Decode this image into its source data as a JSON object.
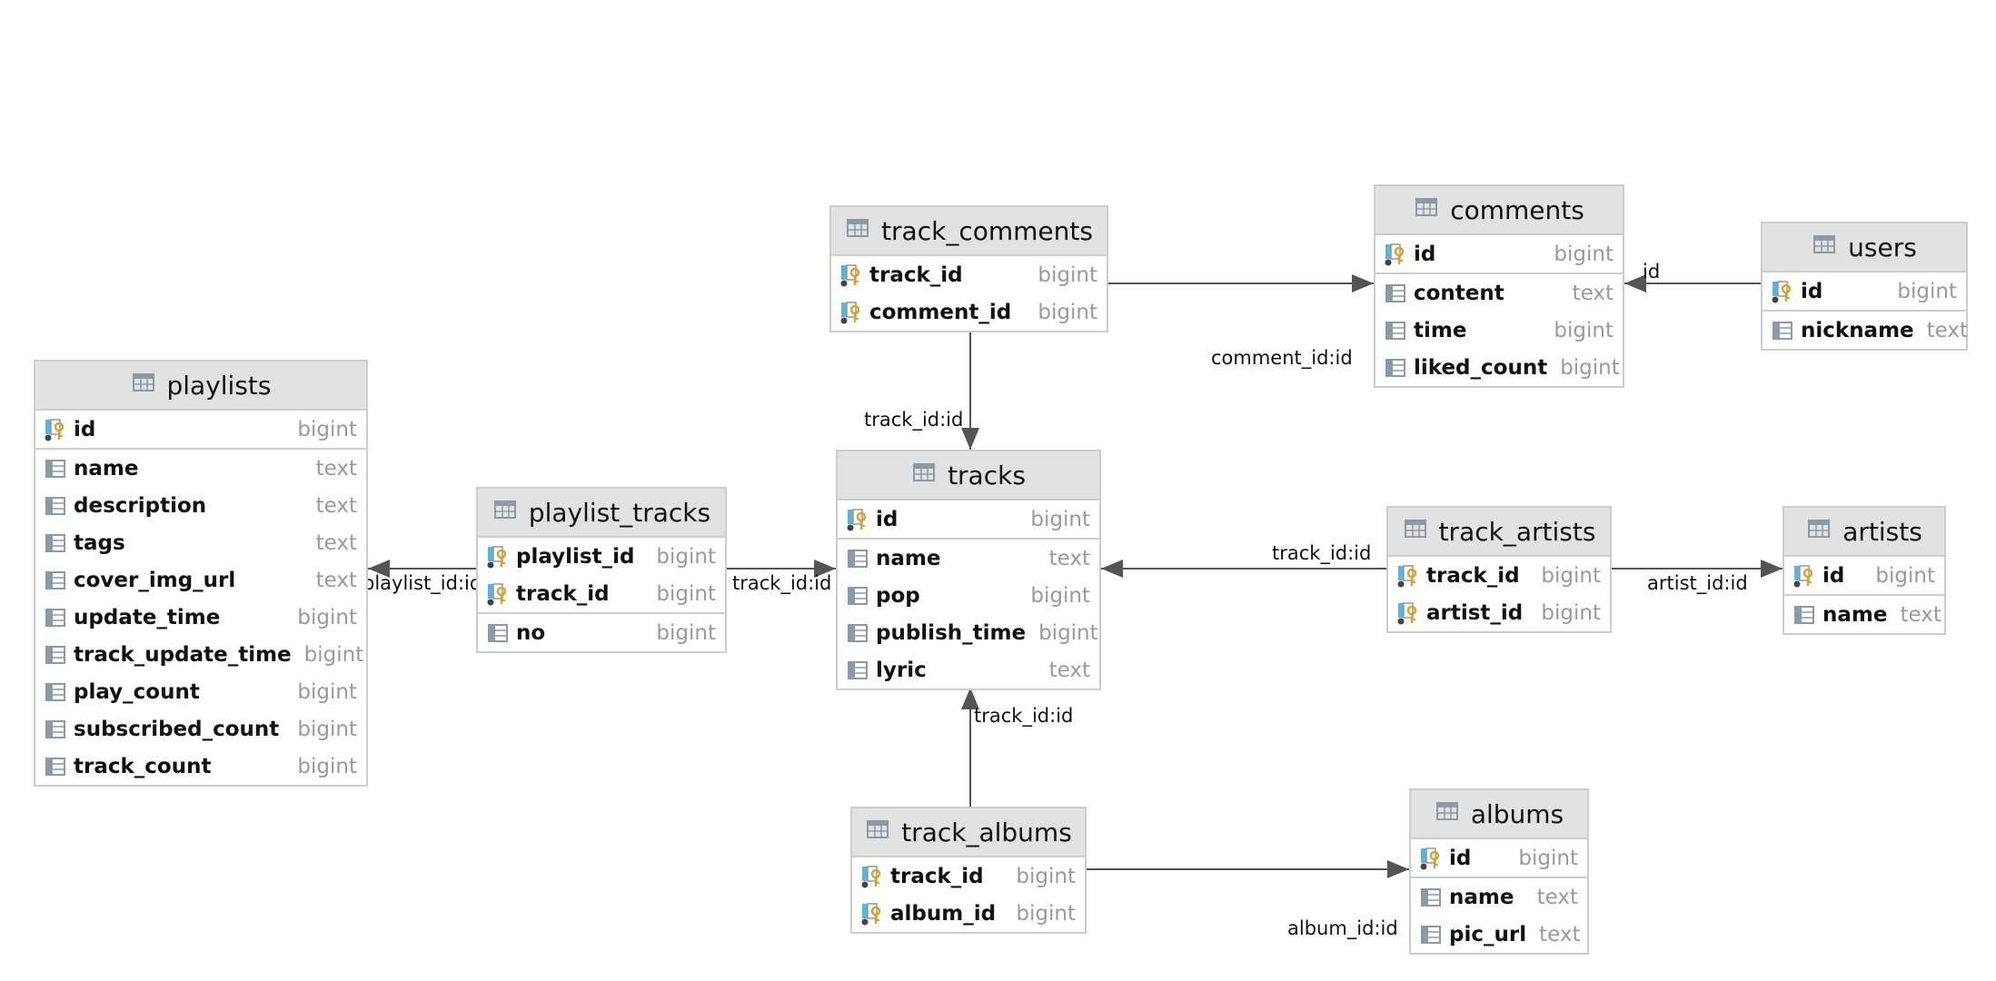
{
  "tables": {
    "playlists": {
      "name": "playlists",
      "columns": [
        {
          "name": "id",
          "type": "bigint",
          "icon": "primary-key-icon"
        },
        {
          "name": "name",
          "type": "text",
          "icon": "column-icon"
        },
        {
          "name": "description",
          "type": "text",
          "icon": "column-icon"
        },
        {
          "name": "tags",
          "type": "text",
          "icon": "column-icon"
        },
        {
          "name": "cover_img_url",
          "type": "text",
          "icon": "column-icon"
        },
        {
          "name": "update_time",
          "type": "bigint",
          "icon": "column-icon"
        },
        {
          "name": "track_update_time",
          "type": "bigint",
          "icon": "column-icon"
        },
        {
          "name": "play_count",
          "type": "bigint",
          "icon": "column-icon"
        },
        {
          "name": "subscribed_count",
          "type": "bigint",
          "icon": "column-icon"
        },
        {
          "name": "track_count",
          "type": "bigint",
          "icon": "column-icon"
        }
      ]
    },
    "playlist_tracks": {
      "name": "playlist_tracks",
      "columns": [
        {
          "name": "playlist_id",
          "type": "bigint",
          "icon": "key-column-icon"
        },
        {
          "name": "track_id",
          "type": "bigint",
          "icon": "key-column-icon"
        },
        {
          "name": "no",
          "type": "bigint",
          "icon": "column-icon"
        }
      ]
    },
    "track_comments": {
      "name": "track_comments",
      "columns": [
        {
          "name": "track_id",
          "type": "bigint",
          "icon": "key-column-icon"
        },
        {
          "name": "comment_id",
          "type": "bigint",
          "icon": "key-column-icon"
        }
      ]
    },
    "tracks": {
      "name": "tracks",
      "columns": [
        {
          "name": "id",
          "type": "bigint",
          "icon": "primary-key-icon"
        },
        {
          "name": "name",
          "type": "text",
          "icon": "column-icon"
        },
        {
          "name": "pop",
          "type": "bigint",
          "icon": "column-icon"
        },
        {
          "name": "publish_time",
          "type": "bigint",
          "icon": "column-icon"
        },
        {
          "name": "lyric",
          "type": "text",
          "icon": "column-icon"
        }
      ]
    },
    "comments": {
      "name": "comments",
      "columns": [
        {
          "name": "id",
          "type": "bigint",
          "icon": "primary-key-icon"
        },
        {
          "name": "content",
          "type": "text",
          "icon": "column-icon"
        },
        {
          "name": "time",
          "type": "bigint",
          "icon": "column-icon"
        },
        {
          "name": "liked_count",
          "type": "bigint",
          "icon": "column-icon"
        }
      ]
    },
    "users": {
      "name": "users",
      "columns": [
        {
          "name": "id",
          "type": "bigint",
          "icon": "primary-key-icon"
        },
        {
          "name": "nickname",
          "type": "text",
          "icon": "column-icon"
        }
      ]
    },
    "track_artists": {
      "name": "track_artists",
      "columns": [
        {
          "name": "track_id",
          "type": "bigint",
          "icon": "key-column-icon"
        },
        {
          "name": "artist_id",
          "type": "bigint",
          "icon": "key-column-icon"
        }
      ]
    },
    "artists": {
      "name": "artists",
      "columns": [
        {
          "name": "id",
          "type": "bigint",
          "icon": "primary-key-icon"
        },
        {
          "name": "name",
          "type": "text",
          "icon": "column-icon"
        }
      ]
    },
    "track_albums": {
      "name": "track_albums",
      "columns": [
        {
          "name": "track_id",
          "type": "bigint",
          "icon": "key-column-icon"
        },
        {
          "name": "album_id",
          "type": "bigint",
          "icon": "key-column-icon"
        }
      ]
    },
    "albums": {
      "name": "albums",
      "columns": [
        {
          "name": "id",
          "type": "bigint",
          "icon": "primary-key-icon"
        },
        {
          "name": "name",
          "type": "text",
          "icon": "column-icon"
        },
        {
          "name": "pic_url",
          "type": "text",
          "icon": "column-icon"
        }
      ]
    }
  },
  "relations": [
    {
      "from": "playlist_tracks",
      "to": "playlists",
      "label": "playlist_id:id"
    },
    {
      "from": "playlist_tracks",
      "to": "tracks",
      "label": "track_id:id"
    },
    {
      "from": "track_comments",
      "to": "tracks",
      "label": "track_id:id"
    },
    {
      "from": "track_comments",
      "to": "comments",
      "label": "comment_id:id"
    },
    {
      "from": "users",
      "to": "comments",
      "label": "id"
    },
    {
      "from": "track_artists",
      "to": "tracks",
      "label": "track_id:id"
    },
    {
      "from": "track_artists",
      "to": "artists",
      "label": "artist_id:id"
    },
    {
      "from": "track_albums",
      "to": "tracks",
      "label": "track_id:id"
    },
    {
      "from": "track_albums",
      "to": "albums",
      "label": "album_id:id"
    }
  ],
  "colors": {
    "header_bg": "#e2e2e2",
    "border": "#cdcdcd",
    "type_text": "#9a9a9a",
    "edge": "#555555",
    "key_gold": "#d9a32c",
    "key_blue": "#5fb3d9"
  },
  "icons": {
    "table": "table-icon",
    "primary_key": "primary-key-icon",
    "key_column": "key-column-icon",
    "column": "column-icon"
  }
}
